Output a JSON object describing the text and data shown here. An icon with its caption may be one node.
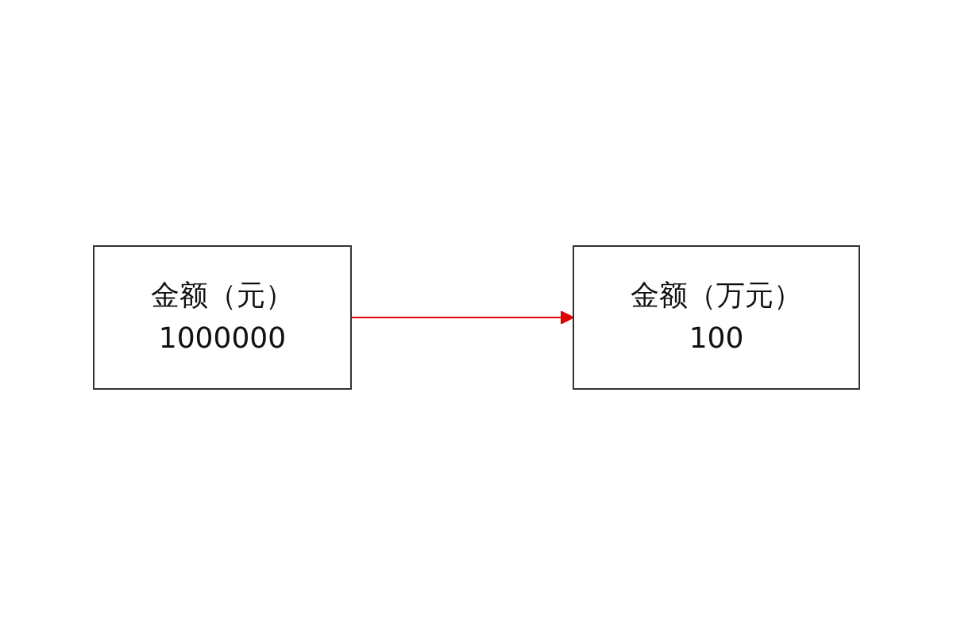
{
  "diagram": {
    "nodes": [
      {
        "text": [
          "金额（元）",
          "1000000"
        ]
      },
      {
        "text": [
          "金额（万元）",
          "100"
        ]
      }
    ],
    "edges": [
      {
        "from": 0,
        "to": 1,
        "arrow": "to",
        "color": "#e00000"
      }
    ]
  }
}
